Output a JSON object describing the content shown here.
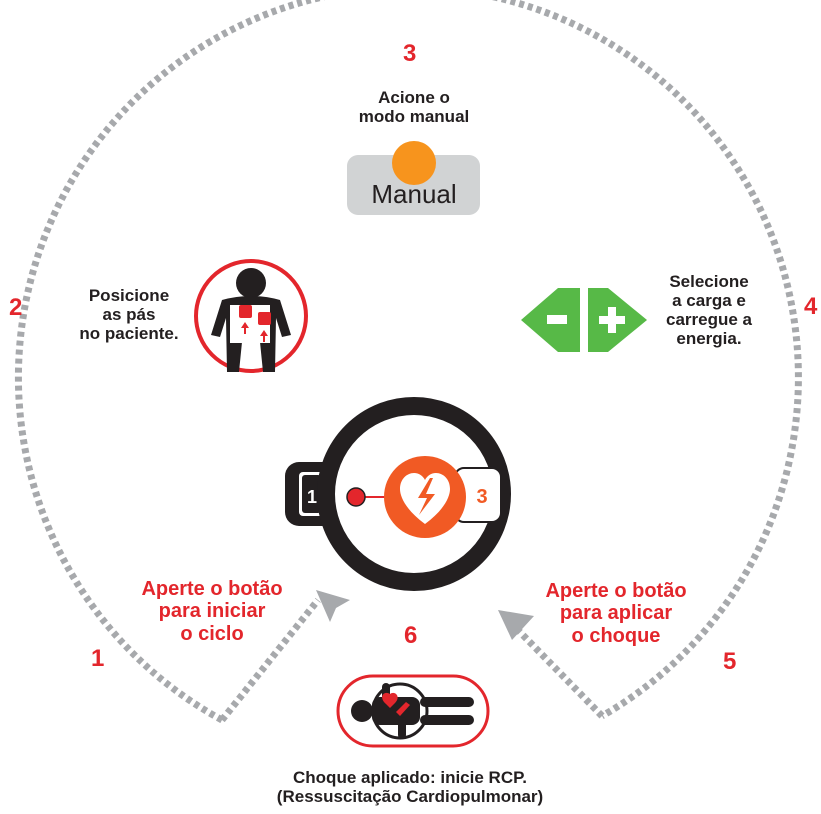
{
  "colors": {
    "red": "#e3262c",
    "orange": "#f15a24",
    "dark": "#231f20",
    "gray": "#a7a9ac",
    "green": "#57b947",
    "amber": "#f7941d",
    "panel": "#d1d3d4"
  },
  "steps": {
    "s1": {
      "number": "1",
      "text_lines": [
        "Aperte o botão",
        "para iniciar",
        "o ciclo"
      ]
    },
    "s2": {
      "number": "2",
      "text_lines": [
        "Posicione",
        "as pás",
        "no paciente."
      ],
      "icon": "patient-paddles-icon"
    },
    "s3": {
      "number": "3",
      "text_lines": [
        "Acione o",
        "modo manual"
      ],
      "button_label": "Manual"
    },
    "s4": {
      "number": "4",
      "text_lines": [
        "Selecione",
        "a carga e",
        "carregue a",
        "energia."
      ],
      "icons": [
        "minus-icon",
        "plus-icon"
      ]
    },
    "s5": {
      "number": "5",
      "text_lines": [
        "Aperte o botão",
        "para aplicar",
        "o choque"
      ]
    },
    "s6": {
      "number": "6",
      "text_lines": [
        "Choque aplicado: inicie RCP.",
        "(Ressuscitação Cardiopulmonar)"
      ],
      "icon": "cpr-icon"
    }
  },
  "device": {
    "left_key": "1",
    "right_key": "3",
    "center_icon": "heart-shock-icon"
  }
}
